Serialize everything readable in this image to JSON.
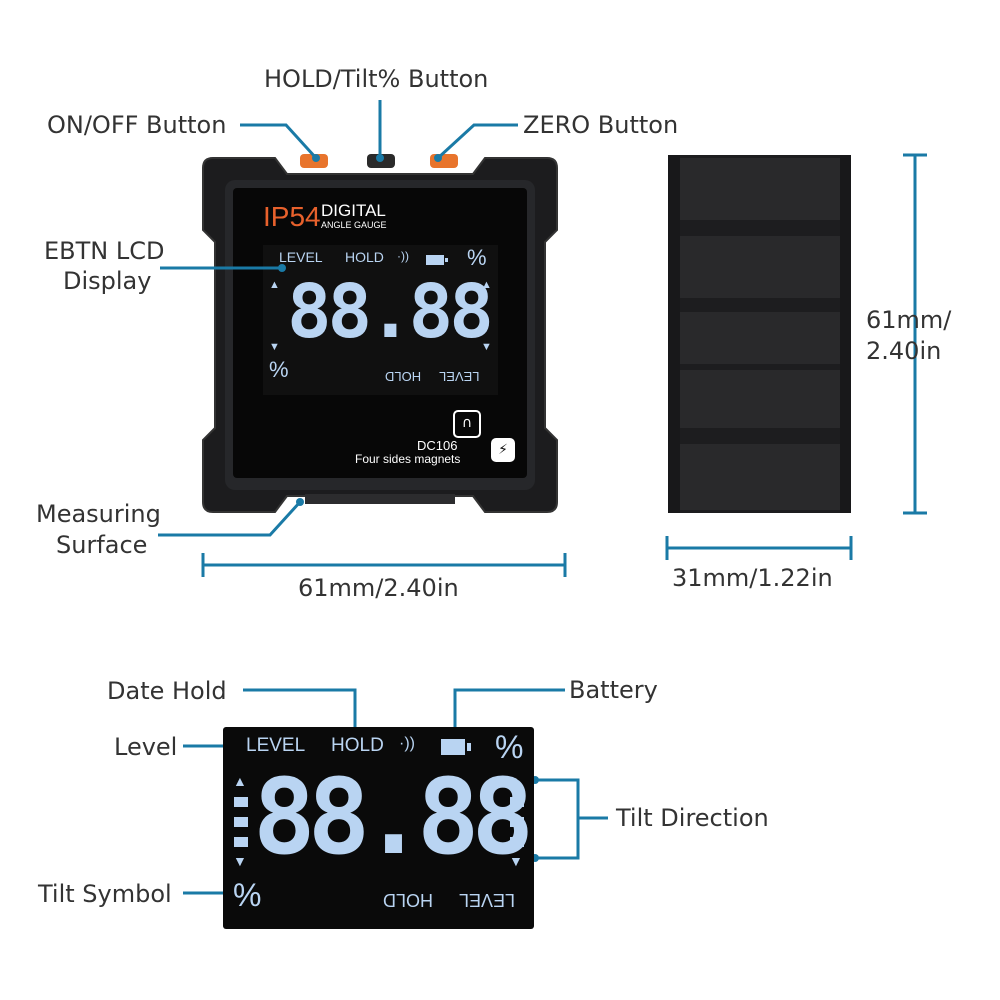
{
  "labels": {
    "on_off": "ON/OFF Button",
    "hold_tilt": "HOLD/Tilt% Button",
    "zero": "ZERO Button",
    "lcd_line1": "EBTN LCD",
    "lcd_line2": "Display",
    "measuring_line1": "Measuring",
    "measuring_line2": "Surface",
    "date_hold": "Date Hold",
    "battery": "Battery",
    "level": "Level",
    "tilt_direction": "Tilt Direction",
    "tilt_symbol": "Tilt Symbol"
  },
  "dimensions": {
    "width": "61mm/2.40in",
    "height_line1": "61mm/",
    "height_line2": "2.40in",
    "depth": "31mm/1.22in"
  },
  "device": {
    "ip_rating": "IP54",
    "title_line1": "DIGITAL",
    "title_line2": "ANGLE GAUGE",
    "model": "DC106",
    "magnets": "Four sides magnets"
  },
  "lcd": {
    "level": "LEVEL",
    "hold": "HOLD",
    "percent": "%",
    "digits": "88.88",
    "hold_inverted": "HOLD",
    "level_inverted": "LEVEL"
  },
  "colors": {
    "accent_line": "#1a7aa6",
    "lcd_segment": "#b9d4f2",
    "ip_orange": "#e8612c",
    "button_orange": "#e8742c"
  }
}
